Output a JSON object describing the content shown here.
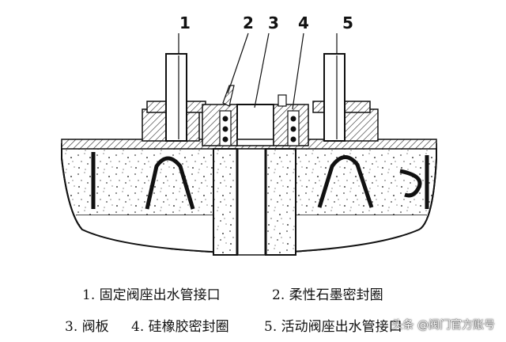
{
  "callouts": [
    "1",
    "2",
    "3",
    "4",
    "5"
  ],
  "legend": {
    "item1": "1. 固定阀座出水管接口",
    "item2": "2. 柔性石墨密封圈",
    "item3": "3. 阀板",
    "item4": "4. 硅橡胶密封圈",
    "item5": "5. 活动阀座出水管接口"
  },
  "watermark": "头条 @阀门官方账号"
}
